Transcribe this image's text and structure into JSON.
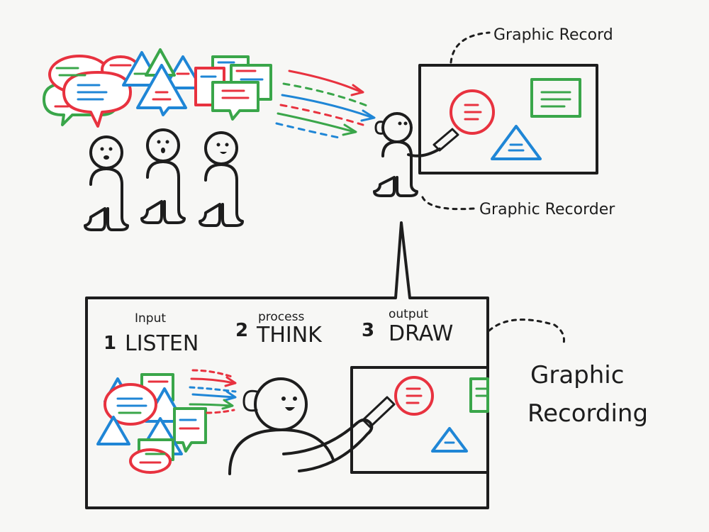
{
  "labels": {
    "graphic_record": "Graphic Record",
    "graphic_recorder": "Graphic Recorder",
    "graphic_recording_line1": "Graphic",
    "graphic_recording_line2": "Recording"
  },
  "steps": [
    {
      "number": "1",
      "small": "Input",
      "big": "LISTEN"
    },
    {
      "number": "2",
      "small": "process",
      "big": "THINK"
    },
    {
      "number": "3",
      "small": "output",
      "big": "DRAW"
    }
  ],
  "colors": {
    "ink": "#1d1d1d",
    "red": "#e8323f",
    "blue": "#1f86d6",
    "green": "#3aa64a",
    "paper": "#f7f7f5"
  }
}
